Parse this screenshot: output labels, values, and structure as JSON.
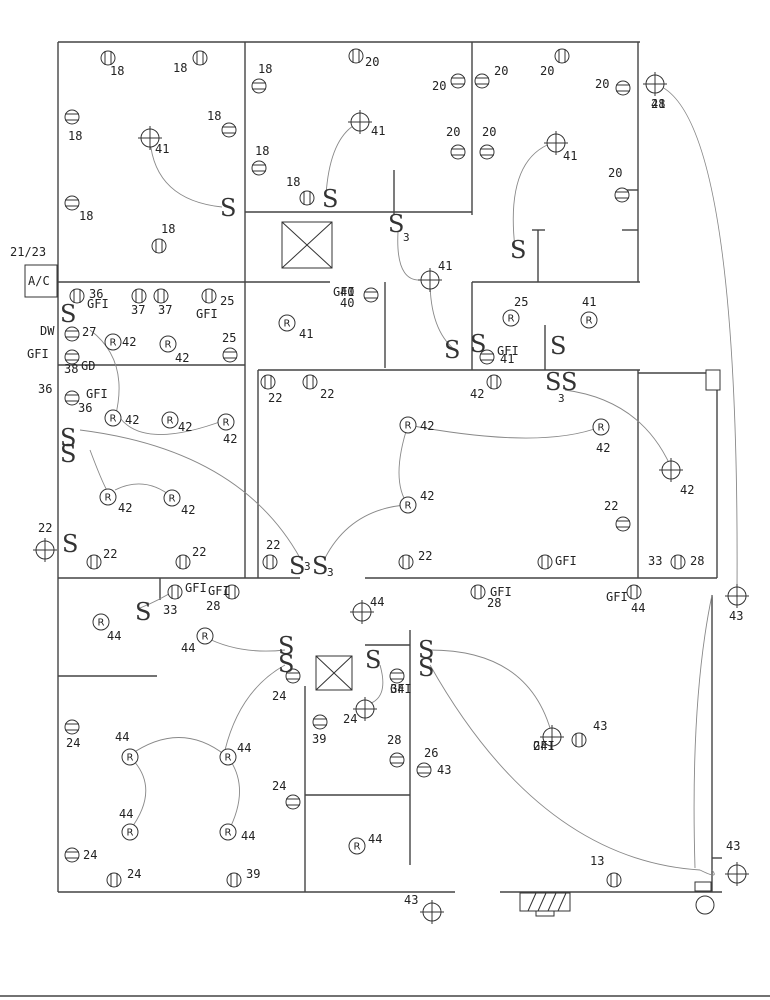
{
  "ac_unit": {
    "circuit": "21/23",
    "label": "A/C"
  },
  "circuit_labels": [
    "18",
    "18",
    "18",
    "18",
    "18",
    "18",
    "18",
    "18",
    "18",
    "20",
    "20",
    "20",
    "20",
    "20",
    "20",
    "20",
    "20",
    "41",
    "41",
    "41",
    "41",
    "41",
    "41",
    "36",
    "GFI",
    "37",
    "37",
    "25",
    "GFI",
    "DW",
    "27",
    "GFI",
    "38",
    "GD",
    "36",
    "36",
    "GFI",
    "40",
    "GFI",
    "40",
    "41",
    "25",
    "25",
    "22",
    "22",
    "42",
    "42",
    "42",
    "42",
    "42",
    "42",
    "42",
    "42",
    "42",
    "42",
    "42",
    "42",
    "22",
    "22",
    "22",
    "22",
    "22",
    "22",
    "GFI",
    "28",
    "33",
    "GFI",
    "33",
    "GFI",
    "28",
    "GFI",
    "28",
    "GFI",
    "44",
    "44",
    "44",
    "44",
    "44",
    "44",
    "44",
    "44",
    "44",
    "24",
    "24",
    "24",
    "24",
    "24",
    "24",
    "24",
    "39",
    "39",
    "34",
    "GFI",
    "28",
    "26",
    "43",
    "43",
    "43",
    "43",
    "43",
    "28",
    "GFI",
    "13"
  ],
  "switch_glyph": "S",
  "switch_sub": "3",
  "receptacle_glyph": "R"
}
